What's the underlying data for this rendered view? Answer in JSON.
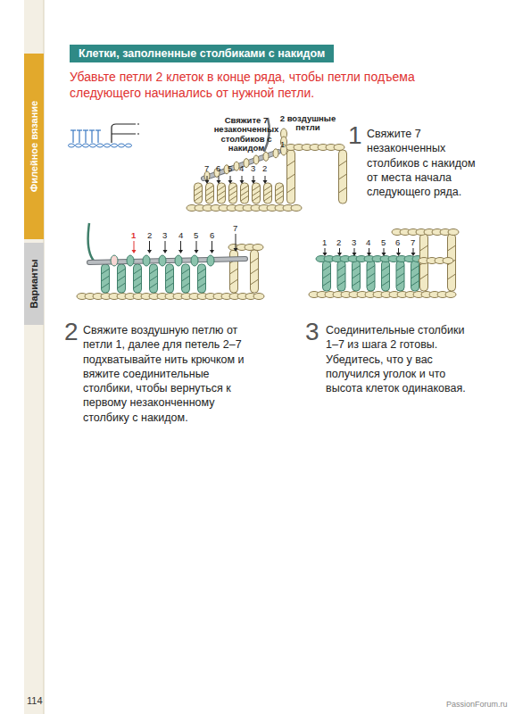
{
  "diagram": {
    "title": "Клетки, заполненные столбиками с накидом",
    "nodes": [
      {
        "text": [
          "Филейное вязание"
        ]
      },
      {
        "text": [
          "Варианты"
        ]
      }
    ],
    "labels": [
      "Убавьте петли 2 клеток в конце ряда, чтобы петли подъема следующего начинались от нужной петли.",
      "Свяжите 7 незаконченных столбиков с накидом",
      "2 воздушные петли",
      "1",
      "7",
      "6",
      "5",
      "4",
      "3",
      "2",
      "1",
      "Свяжите 7 незаконченных столбиков с накидом от места начала следующего ряда.",
      "1",
      "2",
      "3",
      "4",
      "5",
      "6",
      "7",
      "2",
      "Свяжите воздушную петлю от петли 1, далее для петель 2–7 подхватывайте нить крючком и вяжите соединительные столбики, чтобы вернуться к первому незаконченному столбику с накидом.",
      "1",
      "2",
      "3",
      "4",
      "5",
      "6",
      "7",
      "3",
      "Соединительные столбики 1–7 из шага 2 готовы. Убедитесь, что у вас получился уголок и что высота клеток одинаковая.",
      "114",
      "PassionForum.ru"
    ]
  }
}
